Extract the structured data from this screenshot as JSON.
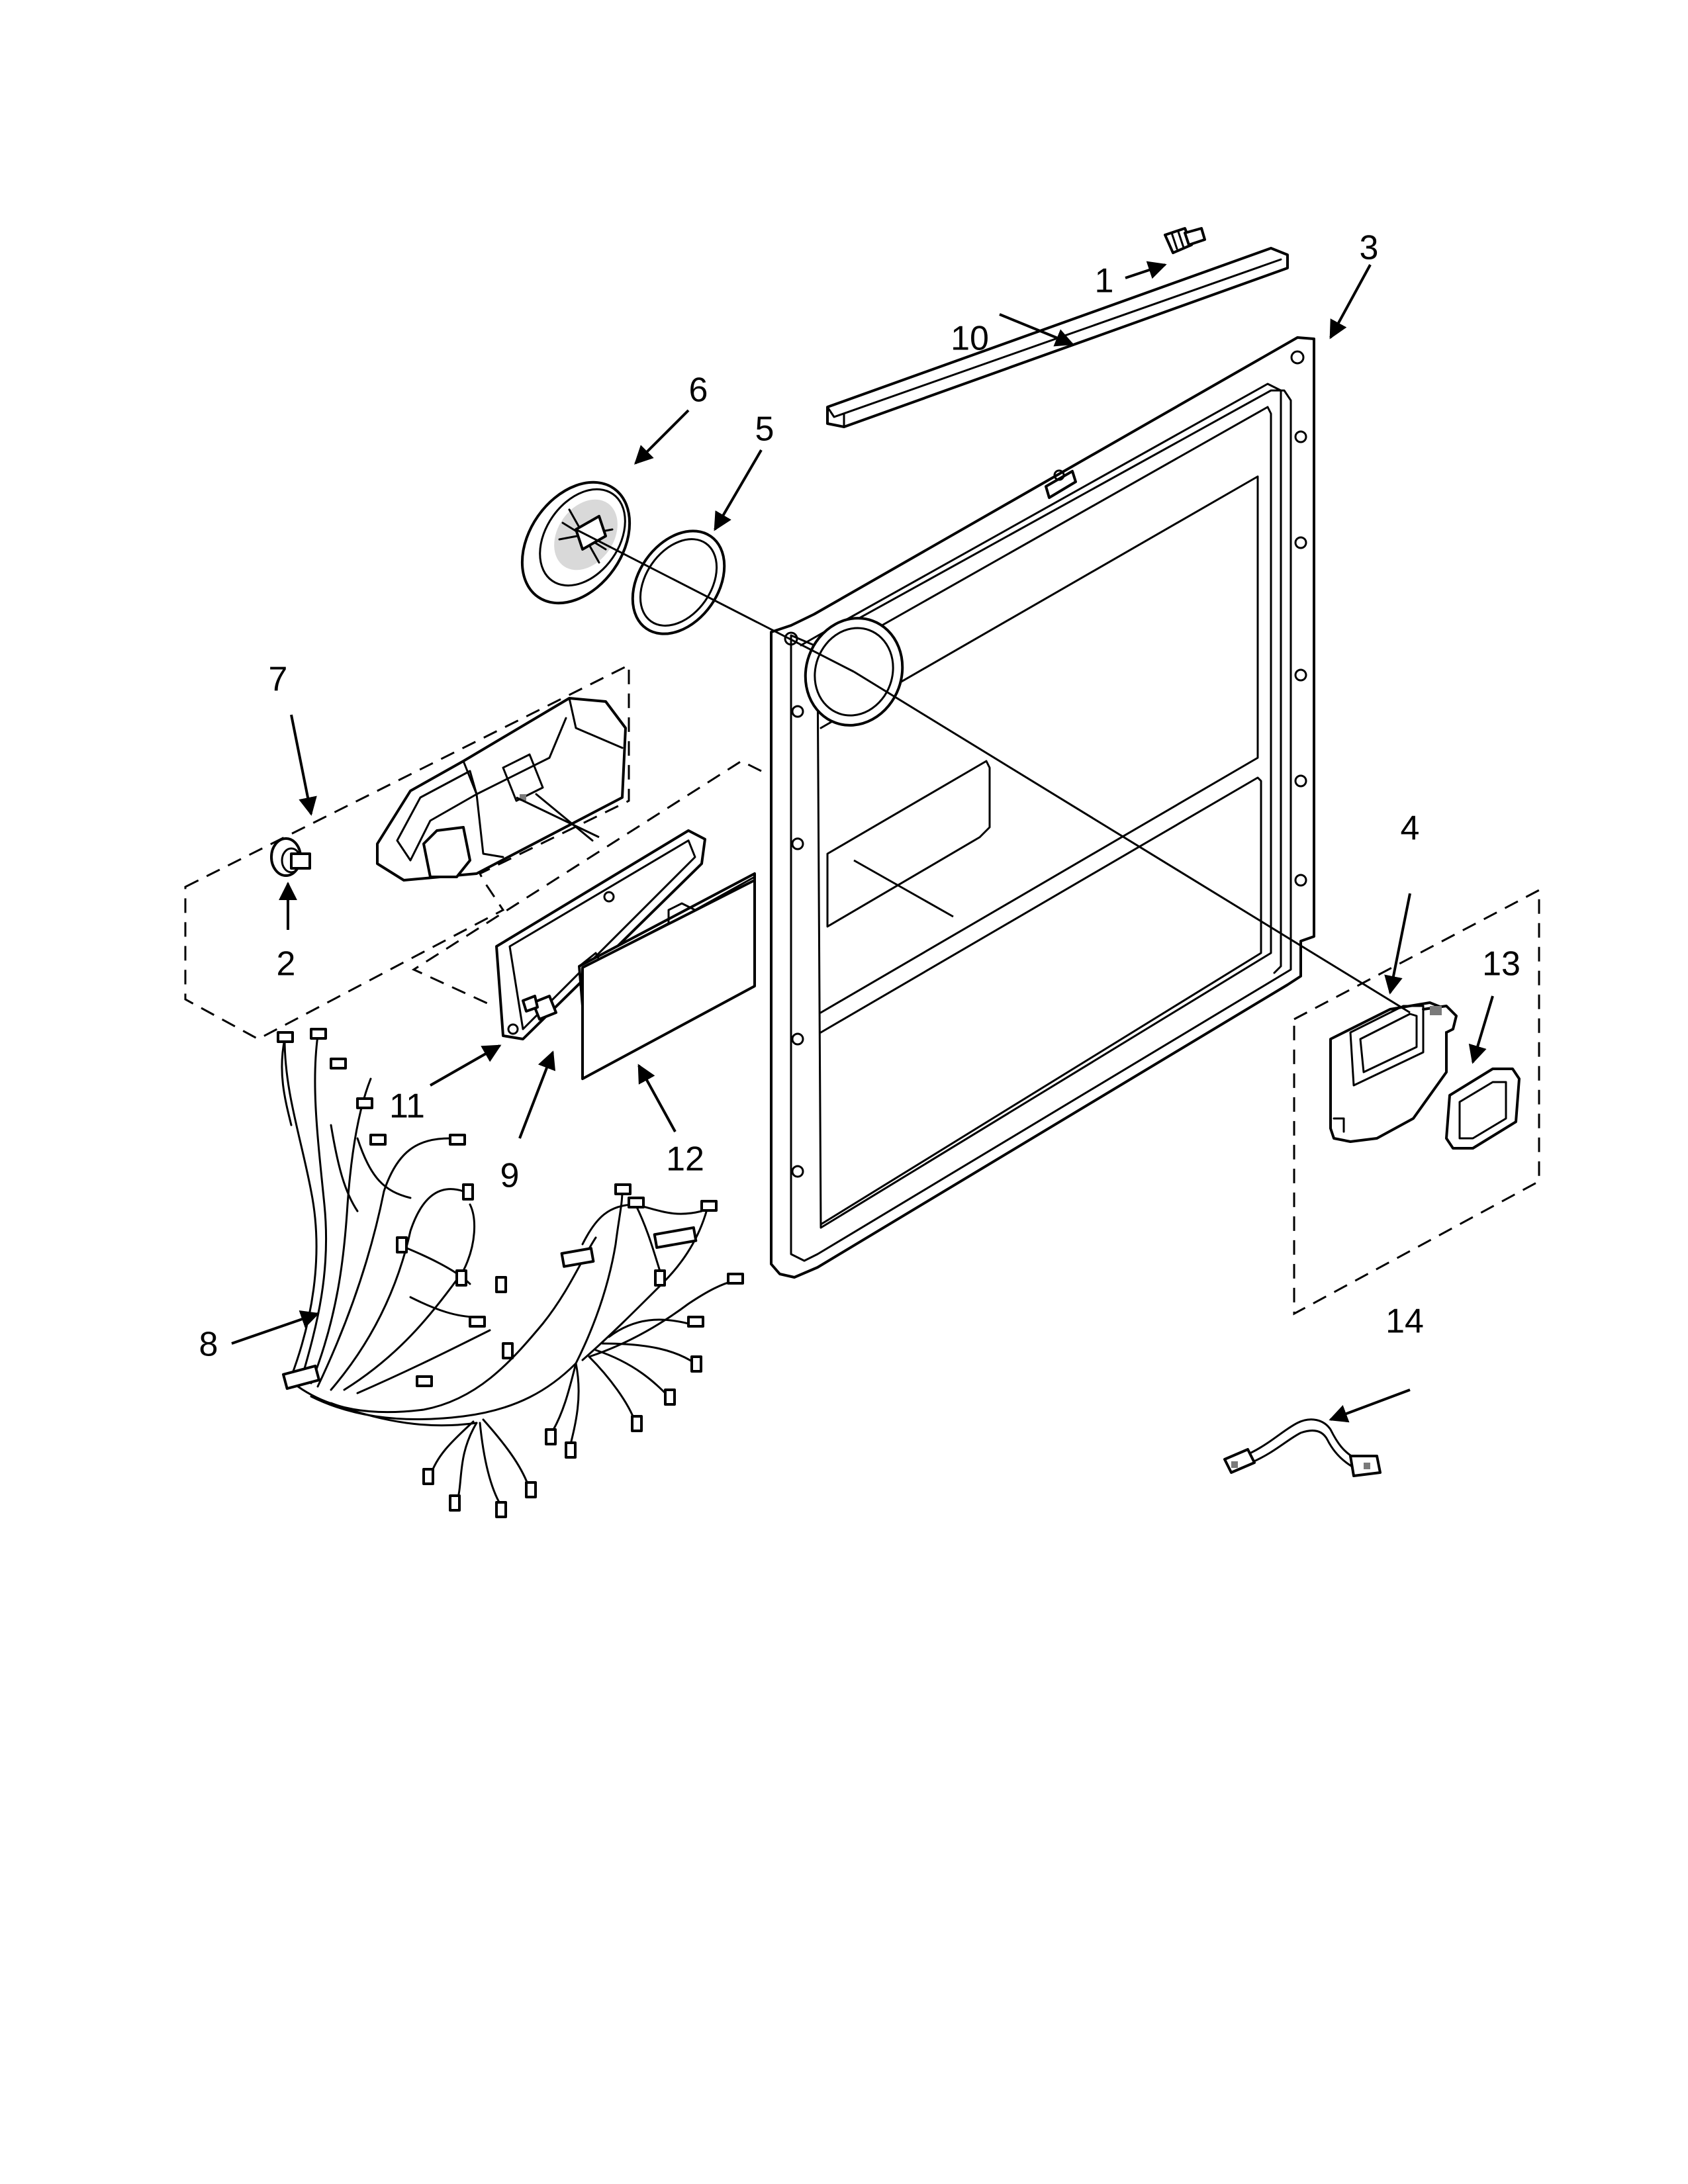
{
  "callouts": {
    "c1": "1",
    "c2": "2",
    "c3": "3",
    "c4": "4",
    "c5": "5",
    "c6": "6",
    "c7": "7",
    "c8": "8",
    "c9": "9",
    "c10": "10",
    "c11": "11",
    "c12": "12",
    "c13": "13",
    "c14": "14"
  },
  "colors": {
    "line": "#000000",
    "background": "#ffffff",
    "shading": "#d9d9d9"
  }
}
